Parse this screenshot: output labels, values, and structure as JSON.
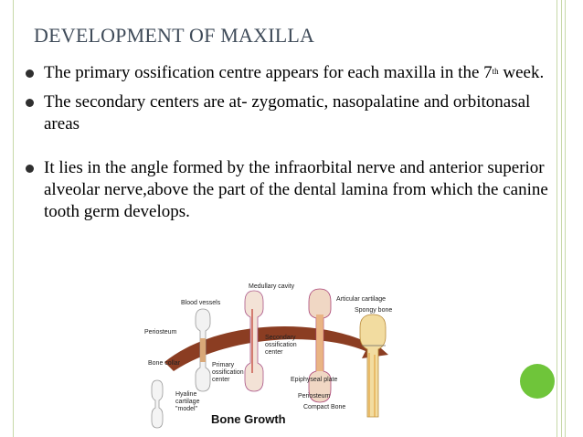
{
  "slide": {
    "title": "DEVELOPMENT OF MAXILLA",
    "bullets": [
      {
        "text_before": "The primary ossification centre appears for each maxilla in the 7",
        "superscript": "th",
        "text_after": " week."
      },
      {
        "text": "The  secondary centers are at- zygomatic, nasopalatine and orbitonasal areas"
      },
      {
        "text": "It lies in the angle formed by the infraorbital nerve and anterior superior alveolar nerve,above the part of the dental lamina from which the canine tooth germ develops."
      }
    ]
  },
  "figure": {
    "caption": "Bone Growth",
    "labels": {
      "medullary_cavity": "Medullary cavity",
      "blood_vessels": "Blood vessels",
      "articular_cartilage": "Articular cartilage",
      "spongy_bone": "Spongy bone",
      "periosteum_left": "Periosteum",
      "secondary_ossification": "Secondary ossification center",
      "bone_collar": "Bone collar",
      "primary_ossification": "Primary ossification center",
      "epiphyseal_plate": "Epiphyseal plate",
      "hyaline_cartilage": "Hyaline cartilage \"model\"",
      "periosteum_right": "Periosteum",
      "compact_bone": "Compact Bone"
    }
  },
  "colors": {
    "title": "#3f4b59",
    "accent_dot": "#6fc53a",
    "rules": "#c6d8a8",
    "arrow": "#8b3d22"
  }
}
